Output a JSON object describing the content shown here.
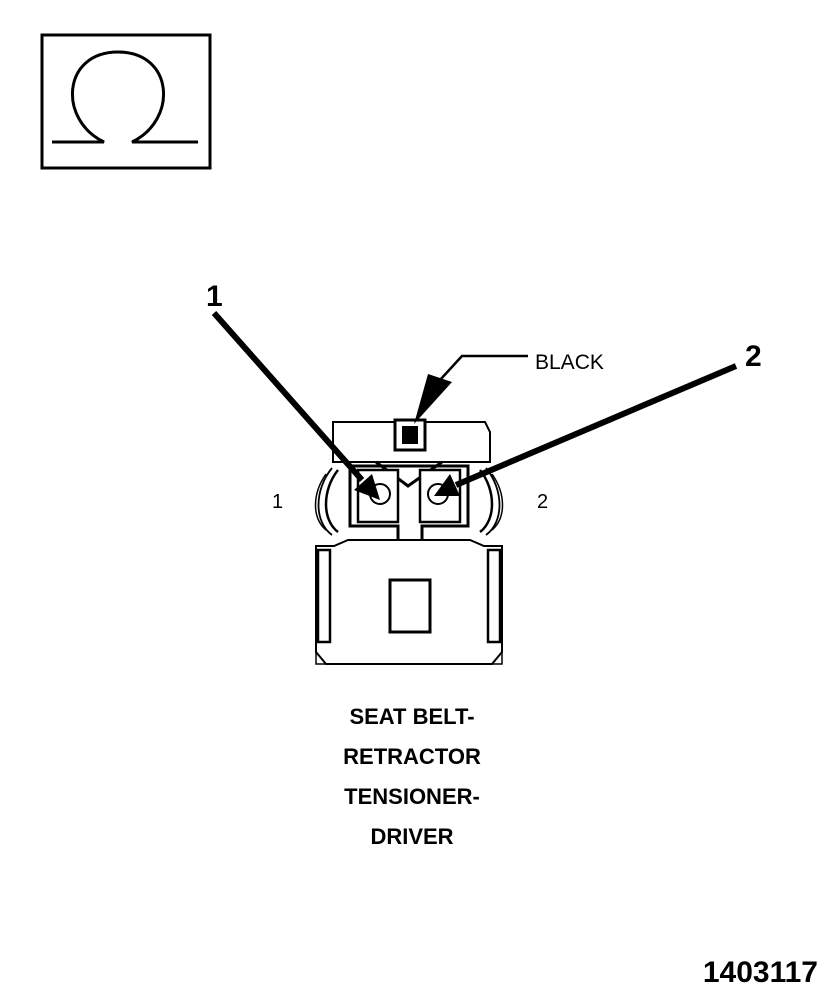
{
  "symbol": {
    "icon": "ohm-omega-icon"
  },
  "callouts": {
    "terminal_1": "1",
    "terminal_2": "2",
    "cavity_1": "1",
    "cavity_2": "2"
  },
  "connector": {
    "color_label": "BLACK"
  },
  "component_title": {
    "line_1": "SEAT BELT-",
    "line_2": "RETRACTOR",
    "line_3": "TENSIONER-",
    "line_4": "DRIVER"
  },
  "figure_number": "1403117",
  "colors": {
    "ink": "#000000",
    "background": "#ffffff"
  }
}
